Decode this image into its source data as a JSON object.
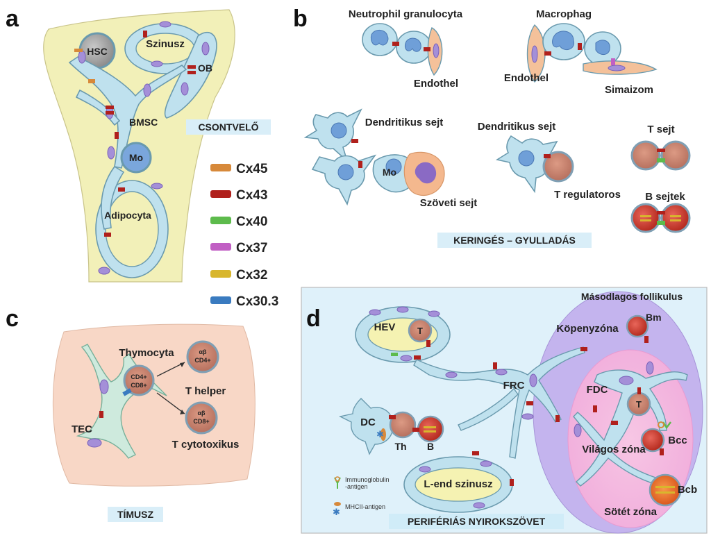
{
  "panels": {
    "a": {
      "letter": "a",
      "region_label": "CSONTVELŐ",
      "cells": {
        "hsc": "HSC",
        "szinusz": "Szinusz",
        "ob": "OB",
        "bmsc": "BMSC",
        "mo": "Mo",
        "adipocyta": "Adipocyta"
      }
    },
    "b": {
      "letter": "b",
      "region_label": "KERINGÉS – GYULLADÁS",
      "cells": {
        "neutrophil": "Neutrophil granulocyta",
        "endothel1": "Endothel",
        "macrophag": "Macrophag",
        "endothel2": "Endothel",
        "simaizom": "Simaizom",
        "dendritikus1": "Dendritikus sejt",
        "mo": "Mo",
        "szoveti": "Szöveti sejt",
        "dendritikus2": "Dendritikus sejt",
        "t_regulatoros": "T regulatoros",
        "t_sejt": "T sejt",
        "b_sejtek": "B sejtek"
      }
    },
    "c": {
      "letter": "c",
      "region_label": "TÍMUSZ",
      "cells": {
        "thymocyta": "Thymocyta",
        "cd4": "CD4+",
        "cd8": "CD8+",
        "ab": "αβ",
        "t_helper": "T helper",
        "t_cyto": "T cytotoxikus",
        "tec": "TEC"
      }
    },
    "d": {
      "letter": "d",
      "region_label": "PERIFÉRIÁS NYIROKSZÖVET",
      "cells": {
        "masodlagos": "Másodlagos follikulus",
        "kopenyzona": "Köpenyzóna",
        "bm": "Bm",
        "hev": "HEV",
        "t": "T",
        "frc": "FRC",
        "fdc": "FDC",
        "dc": "DC",
        "th": "Th",
        "b": "B",
        "bcc": "Bcc",
        "vilagos": "Világos zóna",
        "lend": "L-end szinusz",
        "bcb": "Bcb",
        "sotet": "Sötét zóna",
        "immuno_line1": "Immunoglobulin",
        "immuno_line2": "-antigen",
        "mhcii": "MHCII-antigen"
      }
    }
  },
  "legend": [
    {
      "label": "Cx45",
      "color": "#d7893a"
    },
    {
      "label": "Cx43",
      "color": "#b0201c"
    },
    {
      "label": "Cx40",
      "color": "#5dbb4c"
    },
    {
      "label": "Cx37",
      "color": "#c15fc4"
    },
    {
      "label": "Cx32",
      "color": "#d8b62d"
    },
    {
      "label": "Cx30.3",
      "color": "#3a7bc0"
    }
  ]
}
